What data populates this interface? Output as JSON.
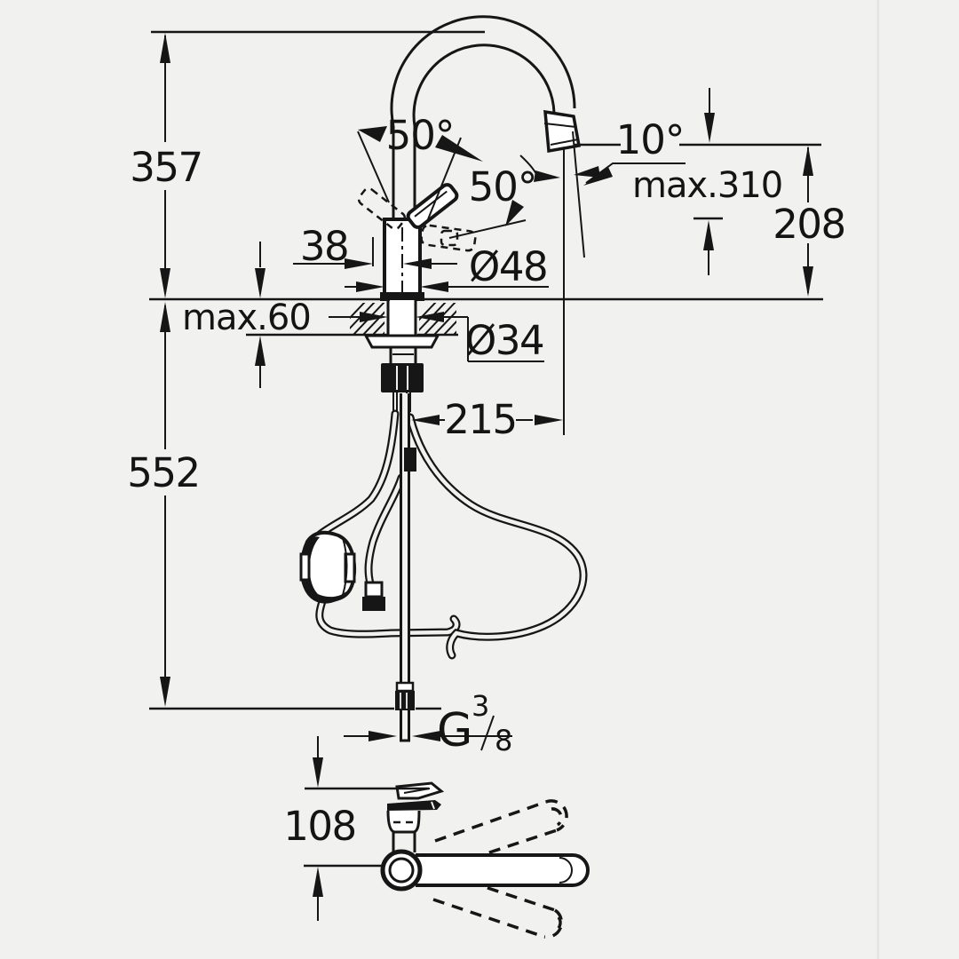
{
  "figure": {
    "title": "faucet-dimension-drawing",
    "background": "#f1f1f0",
    "line_color": "#161616",
    "divider_color": "#e4e4e2"
  },
  "dimensions": {
    "height_above_deck": "357",
    "height_below_deck": "552",
    "counter_thickness": "max.60",
    "handle_offset": "38",
    "body_diameter": "Ø48",
    "hole_diameter": "Ø34",
    "spout_reach": "215",
    "handle_angle_left": "50°",
    "handle_angle_right": "50°",
    "outlet_angle": "10°",
    "pullout_reach": "max.310",
    "outlet_height": "208",
    "base_height": "108",
    "thread": {
      "g": "G",
      "numerator": "3",
      "denominator": "8"
    }
  }
}
